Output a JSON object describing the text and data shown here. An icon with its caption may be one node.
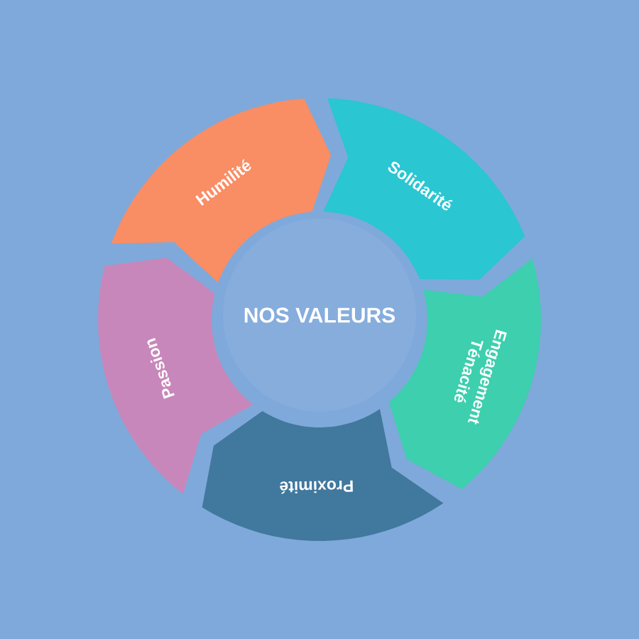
{
  "diagram": {
    "nodes": [
      {
        "text": [
          "NOS VALEURS"
        ]
      },
      {
        "text": [
          "Solidarité"
        ]
      },
      {
        "text": [
          "Engagement",
          "Ténacité"
        ]
      },
      {
        "text": [
          "Proximité"
        ]
      },
      {
        "text": [
          "Passion"
        ]
      },
      {
        "text": [
          "Humilité"
        ]
      }
    ]
  }
}
